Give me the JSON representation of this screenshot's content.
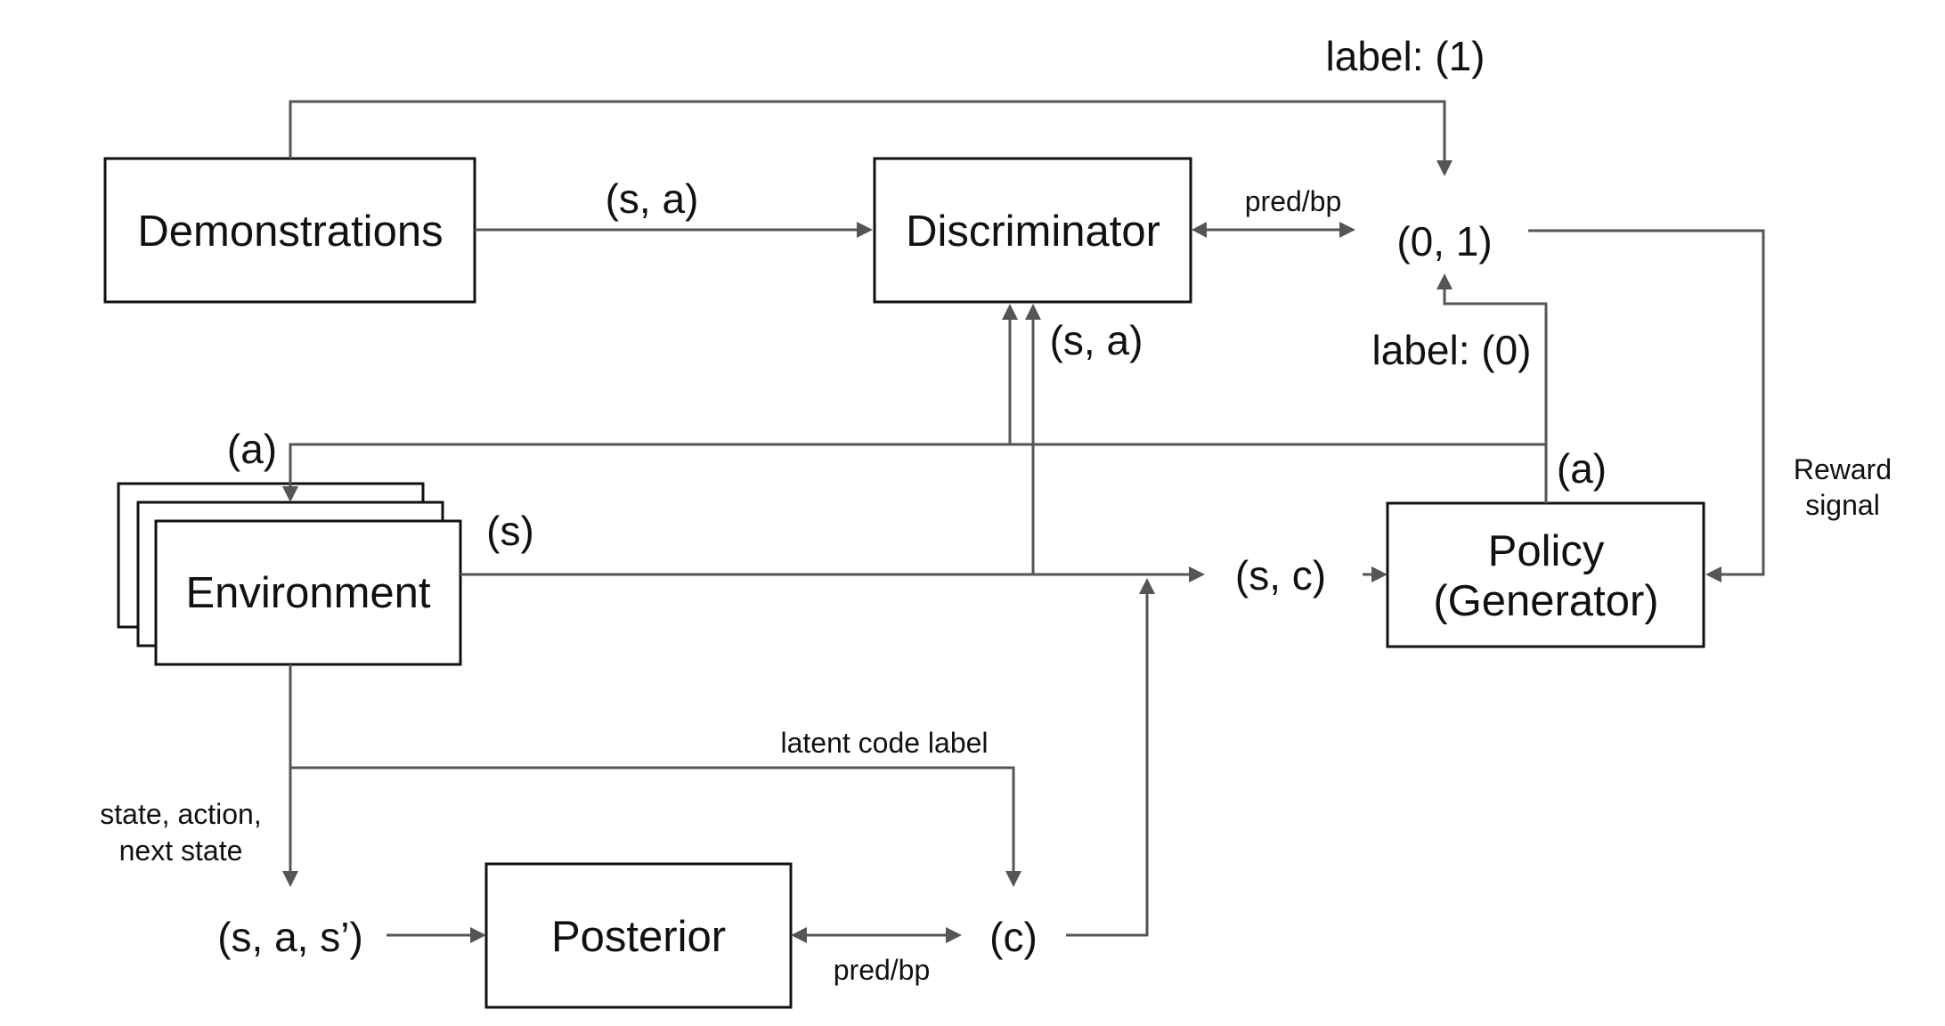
{
  "nodes": {
    "demonstrations": "Demonstrations",
    "discriminator": "Discriminator",
    "environment": "Environment",
    "policy_line1": "Policy",
    "policy_line2": "(Generator)",
    "posterior": "Posterior"
  },
  "labels": {
    "label_1": "label: (1)",
    "label_0": "label: (0)",
    "output_01": "(0, 1)",
    "sa_demo": "(s, a)",
    "sa_env": "(s, a)",
    "pred_bp_top": "pred/bp",
    "pred_bp_bottom": "pred/bp",
    "action_env": "(a)",
    "action_policy": "(a)",
    "state_env": "(s)",
    "sc": "(s, c)",
    "c": "(c)",
    "sas": "(s, a, s’)",
    "reward_line1": "Reward",
    "reward_line2": "signal",
    "latent_code": "latent code label",
    "trans_line1": "state, action,",
    "trans_line2": "next state"
  },
  "colors": {
    "box_stroke": "#111111",
    "arrow": "#555555",
    "text": "#111111",
    "background": "#ffffff"
  }
}
